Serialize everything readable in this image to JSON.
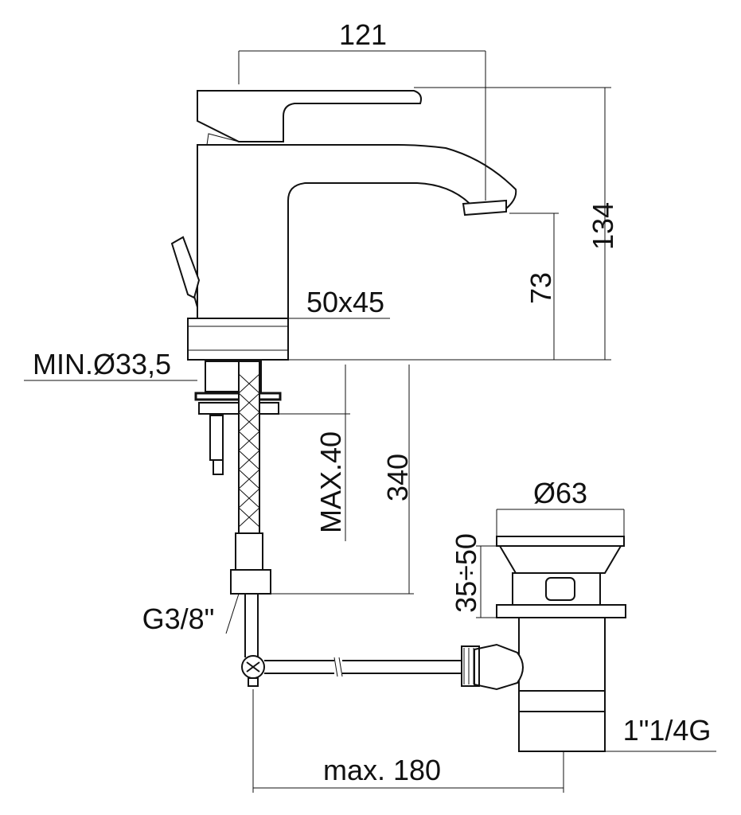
{
  "drawing": {
    "dimensions": {
      "spout_reach": "121",
      "total_height": "134",
      "spout_height": "73",
      "base_size": "50x45",
      "hole_diameter": "MIN.Ø33,5",
      "max_deck_thickness": "MAX.40",
      "hose_length": "340",
      "drain_diameter": "Ø63",
      "drain_range": "35÷50",
      "hose_thread": "G3/8\"",
      "drain_thread": "1\"1/4G",
      "rod_length": "max. 180"
    }
  }
}
